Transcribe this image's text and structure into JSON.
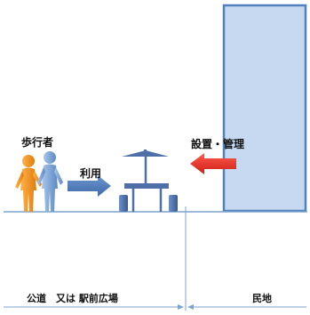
{
  "labels": {
    "pedestrian": "歩行者",
    "use": "利用",
    "install_manage": "設置・管理",
    "public_area": "公道　又は 駅前広場",
    "private_land": "民地"
  },
  "colors": {
    "building_fill": "#c6d9f1",
    "building_stroke": "#4f81bd",
    "person_orange": "#f59a23",
    "person_blue": "#7aa6d6",
    "use_arrow": "#4f81bd",
    "install_arrow": "#e8312a",
    "furniture": "#4f6fa8",
    "line": "#7da3cf"
  },
  "icons": [
    "pedestrian-orange-icon",
    "pedestrian-blue-icon",
    "parasol-table-icon",
    "stool-icon"
  ]
}
